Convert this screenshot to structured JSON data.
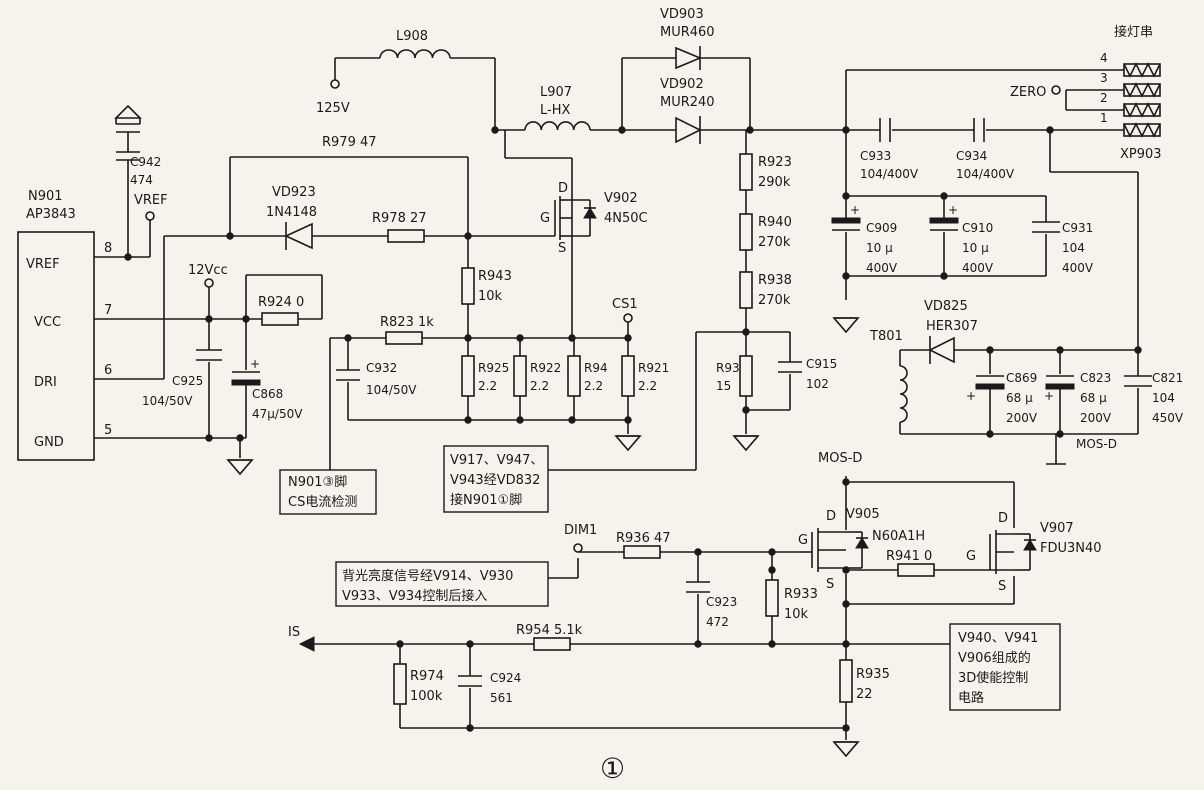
{
  "ic": {
    "name": "N901",
    "model": "AP3843",
    "pins": [
      {
        "num": "8",
        "label": "VREF"
      },
      {
        "num": "7",
        "label": "VCC"
      },
      {
        "num": "6",
        "label": "DRI"
      },
      {
        "num": "5",
        "label": "GND"
      }
    ]
  },
  "nets": {
    "v125": "125V",
    "vref": "VREF",
    "v12": "12Vcc",
    "cs1": "CS1",
    "dim1": "DIM1",
    "zero": "ZERO",
    "mosd": "MOS-D",
    "mosd2": "MOS-D",
    "is": "IS"
  },
  "connector": {
    "name": "XP903",
    "title": "接灯串",
    "pins": [
      "4",
      "3",
      "2",
      "1"
    ]
  },
  "inductors": {
    "l908": {
      "ref": "L908"
    },
    "l907": {
      "ref": "L907",
      "value": "L-HX"
    },
    "t801": {
      "ref": "T801"
    }
  },
  "diodes": {
    "vd903": {
      "ref": "VD903",
      "value": "MUR460"
    },
    "vd902": {
      "ref": "VD902",
      "value": "MUR240"
    },
    "vd923": {
      "ref": "VD923",
      "value": "1N4148"
    },
    "vd825": {
      "ref": "VD825",
      "value": "HER307"
    }
  },
  "resistors": {
    "r979": "R979 47",
    "r978": "R978 27",
    "r943_ref": "R943",
    "r943_val": "10k",
    "r924": "R924 0",
    "r823": "R823 1k",
    "r923_ref": "R923",
    "r923_val": "290k",
    "r940_ref": "R940",
    "r940_val": "270k",
    "r938_ref": "R938",
    "r938_val": "270k",
    "arr_top": [
      "R925",
      "R922",
      "R94",
      "R921"
    ],
    "arr_val": [
      "2.2",
      "2.2",
      "2.2",
      "2.2"
    ],
    "r93_ref": "R93",
    "r93_val": "15",
    "r936": "R936 47",
    "r933_ref": "R933",
    "r933_val": "10k",
    "r941": "R941 0",
    "r954": "R954 5.1k",
    "r974_ref": "R974",
    "r974_val": "100k",
    "r935_ref": "R935",
    "r935_val": "22"
  },
  "capacitors": {
    "c942_ref": "C942",
    "c942_val": "474",
    "c925_ref": "C925",
    "c925_val": "104/50V",
    "c868_ref": "C868",
    "c868_val": "47μ/50V",
    "c932_ref": "C932",
    "c932_val": "104/50V",
    "c915_ref": "C915",
    "c915_val": "102",
    "c933_ref": "C933",
    "c933_val": "104/400V",
    "c934_ref": "C934",
    "c934_val": "104/400V",
    "c909": [
      "C909",
      "10 μ",
      "400V"
    ],
    "c910": [
      "C910",
      "10 μ",
      "400V"
    ],
    "c931": [
      "C931",
      "104",
      "400V"
    ],
    "c869": [
      "C869",
      "68 μ",
      "200V"
    ],
    "c823": [
      "C823",
      "68 μ",
      "200V"
    ],
    "c821": [
      "C821",
      "104",
      "450V"
    ],
    "c923_ref": "C923",
    "c923_val": "472",
    "c924_ref": "C924",
    "c924_val": "561"
  },
  "mosfets": {
    "v902": {
      "ref": "V902",
      "value": "4N50C",
      "d": "D",
      "g": "G",
      "s": "S"
    },
    "v905": {
      "ref": "V905",
      "value": "N60A1H",
      "d": "D",
      "g": "G",
      "s": "S"
    },
    "v907": {
      "ref": "V907",
      "value": "FDU3N40",
      "d": "D",
      "g": "G",
      "s": "S"
    }
  },
  "notes": {
    "cs_pin": [
      "N901③脚",
      "CS电流检测"
    ],
    "v917": [
      "V917、V947、",
      "V943经VD832",
      "接N901①脚"
    ],
    "backlight": [
      "背光亮度信号经V914、V930",
      "V933、V934控制后接入"
    ],
    "enable3d": [
      "V940、V941",
      "V906组成的",
      "3D使能控制",
      "电路"
    ]
  },
  "figure_label": "①"
}
